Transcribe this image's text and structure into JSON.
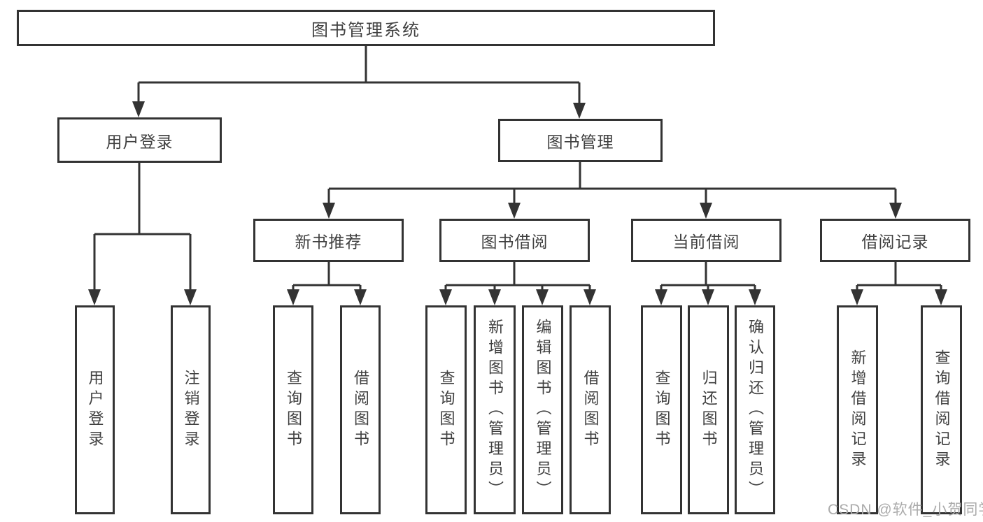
{
  "tree": {
    "root": {
      "label": "图书管理系统",
      "children": [
        {
          "label": "用户登录",
          "children": [
            {
              "label": "用户登录"
            },
            {
              "label": "注销登录"
            }
          ]
        },
        {
          "label": "图书管理",
          "children": [
            {
              "label": "新书推荐",
              "children": [
                {
                  "label": "查询图书"
                },
                {
                  "label": "借阅图书"
                }
              ]
            },
            {
              "label": "图书借阅",
              "children": [
                {
                  "label": "查询图书"
                },
                {
                  "label": "新增图书（管理员）"
                },
                {
                  "label": "编辑图书（管理员）"
                },
                {
                  "label": "借阅图书"
                }
              ]
            },
            {
              "label": "当前借阅",
              "children": [
                {
                  "label": "查询图书"
                },
                {
                  "label": "归还图书"
                },
                {
                  "label": "确认归还（管理员）"
                }
              ]
            },
            {
              "label": "借阅记录",
              "children": [
                {
                  "label": "新增借阅记录"
                },
                {
                  "label": "查询借阅记录"
                }
              ]
            }
          ]
        }
      ]
    }
  },
  "watermark": {
    "text": "CSDN @软件_小贺同学"
  },
  "colors": {
    "line": "#333333",
    "box_border": "#333333",
    "box_background": "#ffffff",
    "text": "#404040",
    "watermark": "#ababab",
    "page_background": "#ffffff"
  }
}
